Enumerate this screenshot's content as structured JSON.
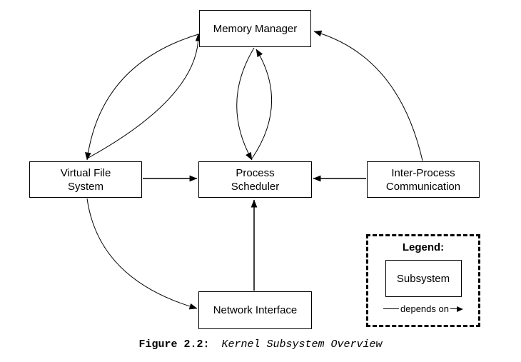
{
  "diagram": {
    "nodes": [
      {
        "id": "memory-manager",
        "label": "Memory Manager"
      },
      {
        "id": "virtual-file-system",
        "label": "Virtual File\nSystem"
      },
      {
        "id": "process-scheduler",
        "label": "Process\nScheduler"
      },
      {
        "id": "inter-process-communication",
        "label": "Inter-Process\nCommunication"
      },
      {
        "id": "network-interface",
        "label": "Network Interface"
      }
    ],
    "edges": [
      {
        "from": "memory-manager",
        "to": "virtual-file-system"
      },
      {
        "from": "virtual-file-system",
        "to": "memory-manager"
      },
      {
        "from": "memory-manager",
        "to": "process-scheduler"
      },
      {
        "from": "process-scheduler",
        "to": "memory-manager"
      },
      {
        "from": "inter-process-communication",
        "to": "memory-manager"
      },
      {
        "from": "virtual-file-system",
        "to": "process-scheduler"
      },
      {
        "from": "inter-process-communication",
        "to": "process-scheduler"
      },
      {
        "from": "network-interface",
        "to": "process-scheduler"
      },
      {
        "from": "virtual-file-system",
        "to": "network-interface"
      }
    ],
    "colors": {
      "line": "#000000",
      "background": "#ffffff"
    }
  },
  "legend": {
    "title": "Legend:",
    "subsystem_label": "Subsystem",
    "relation_label": "depends on"
  },
  "caption": {
    "label": "Figure 2.2:",
    "title": "Kernel Subsystem Overview"
  }
}
